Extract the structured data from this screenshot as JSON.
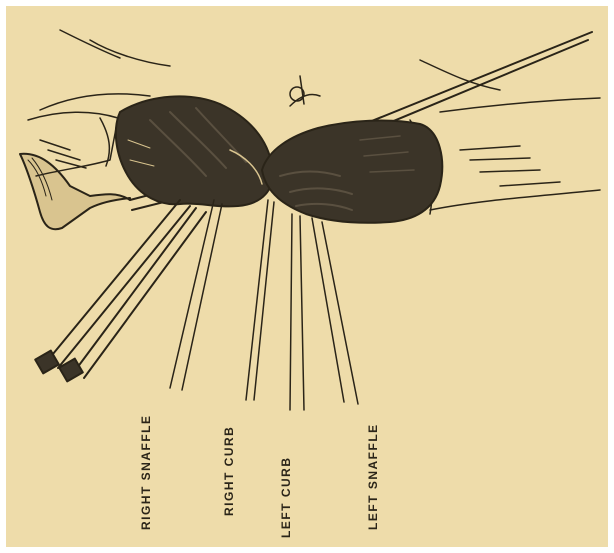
{
  "illustration": {
    "subject": "hands-holding-double-bridle-reins-with-whip",
    "colors": {
      "paper": "#eedcaa",
      "ink": "#2a2418",
      "glove": "#3b3428",
      "glove_shade": "#5a5040"
    },
    "labels": {
      "right_snaffle": "RIGHT SNAFFLE",
      "right_curb": "RIGHT CURB",
      "left_curb": "LEFT CURB",
      "left_snaffle": "LEFT SNAFFLE"
    }
  }
}
